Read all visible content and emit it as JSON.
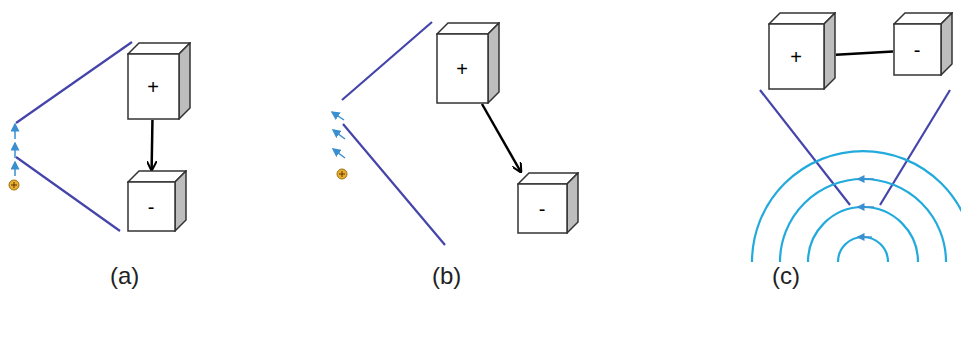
{
  "diagram": {
    "nodes": [
      {
        "text": [
          "+"
        ]
      },
      {
        "text": [
          "-"
        ]
      },
      {
        "text": [
          "+"
        ]
      },
      {
        "text": [
          "-"
        ]
      },
      {
        "text": [
          "+"
        ]
      },
      {
        "text": [
          "-"
        ]
      }
    ],
    "edges": [
      {
        "from": 0,
        "to": 1,
        "arrow": "to"
      },
      {
        "from": 2,
        "to": 3,
        "arrow": "to"
      },
      {
        "from": 4,
        "to": 5,
        "arrow": "none"
      }
    ],
    "labels": [
      "(a)",
      "(b)",
      "(c)"
    ]
  }
}
